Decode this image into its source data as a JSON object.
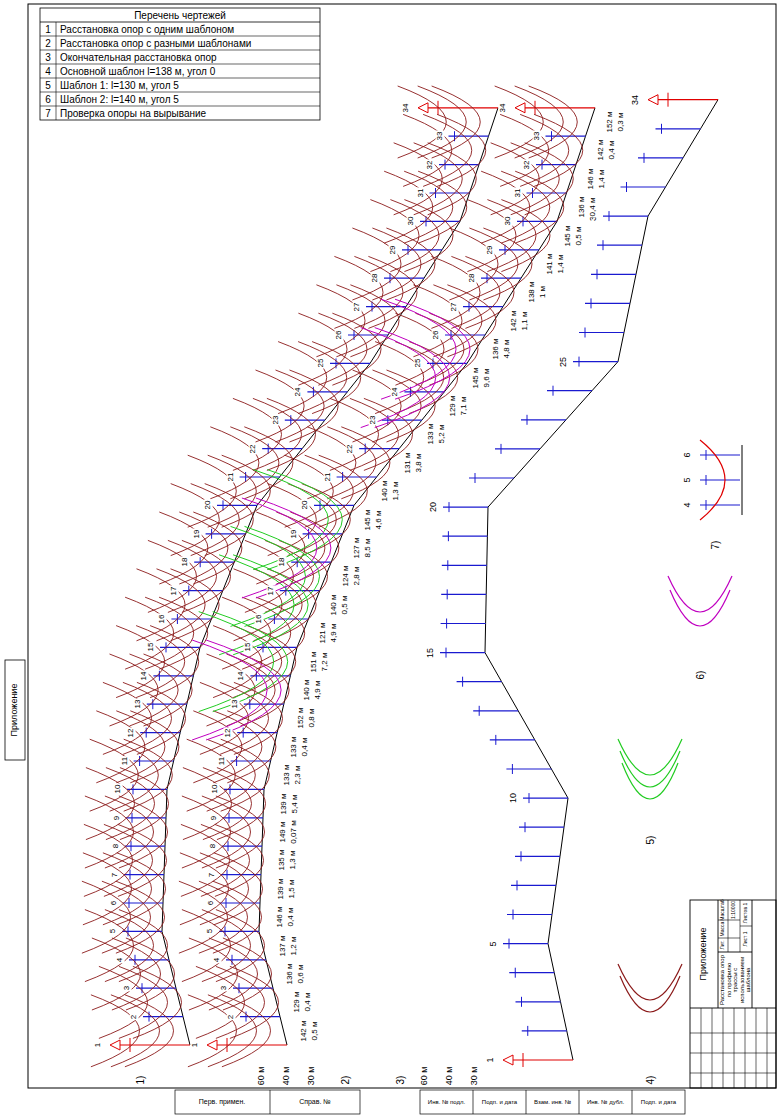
{
  "diagram": {
    "labels": [
      "Приложение",
      "Перечень чертежей",
      "1",
      "Расстановка опор с одним шаблоном",
      "2",
      "Расстановка опор с разными шаблонами",
      "3",
      "Окончательная расстановка опор",
      "4",
      "Основной шаблон l=138 м, угол 0",
      "5",
      "Шаблон 1: l=130 м, угол 5",
      "6",
      "Шаблон 2: l=140 м, угол 5",
      "7",
      "Проверка опоры на вырывание",
      "1)",
      "2)",
      "3)",
      "4)",
      "5)",
      "6)",
      "7)",
      "1",
      "2",
      "3",
      "4",
      "5",
      "6",
      "7",
      "8",
      "9",
      "10",
      "11",
      "12",
      "13",
      "14",
      "15",
      "16",
      "17",
      "18",
      "19",
      "20",
      "21",
      "22",
      "23",
      "24",
      "25",
      "26",
      "27",
      "28",
      "29",
      "30",
      "31",
      "32",
      "33",
      "34",
      "1",
      "2",
      "3",
      "4",
      "5",
      "6",
      "7",
      "8",
      "9",
      "10",
      "11",
      "12",
      "13",
      "14",
      "15",
      "16",
      "17",
      "18",
      "19",
      "20",
      "21",
      "22",
      "23",
      "24",
      "25",
      "26",
      "27",
      "28",
      "29",
      "30",
      "31",
      "32",
      "33",
      "34",
      "60 м",
      "40 м",
      "30 м",
      "60 м",
      "40 м",
      "30 м",
      "1",
      "5",
      "10",
      "15",
      "20",
      "25",
      "30",
      "34",
      "4",
      "5",
      "6",
      "142 м",
      "0,5 м",
      "129 м",
      "0,4 м",
      "136 м",
      "0,6 м",
      "137 м",
      "1,2 м",
      "146 м",
      "0,4 м",
      "139 м",
      "1,5 м",
      "135 м",
      "1,3 м",
      "149 м",
      "0,07 м",
      "139 м",
      "5,4 м",
      "133 м",
      "2,3 м",
      "133 м",
      "0,4 м",
      "152 м",
      "0,8 м",
      "140 м",
      "4,9 м",
      "151 м",
      "7,2 м",
      "121 м",
      "4,9 м",
      "140 м",
      "0,5 м",
      "124 м",
      "2,8 м",
      "127 м",
      "8,5 м",
      "145 м",
      "4,6 м",
      "140 м",
      "1,3 м",
      "131 м",
      "3,8 м",
      "133 м",
      "5,2 м",
      "129 м",
      "7,1 м",
      "145 м",
      "9,6 м",
      "136 м",
      "4,8 м",
      "142 м",
      "1,1 м",
      "138 м",
      "1 м",
      "141 м",
      "1,4 м",
      "145 м",
      "0,5 м",
      "136 м",
      "0,4 м",
      "146 м",
      "1,4 м",
      "142 м",
      "0,4 м",
      "152 м",
      "0,3 м",
      "Приложение",
      "Расстановка опор по профилю трассы с использованием шаблона",
      "Лит.",
      "Масса",
      "Масштаб",
      "1:10000",
      "Лист 1",
      "Листов 1",
      "Перв. примен.",
      "Справ. №",
      "Инв. № подл.",
      "Подп. и дата",
      "Взам. инв. №",
      "Инв. № дубл.",
      "Подп. и дата"
    ]
  }
}
